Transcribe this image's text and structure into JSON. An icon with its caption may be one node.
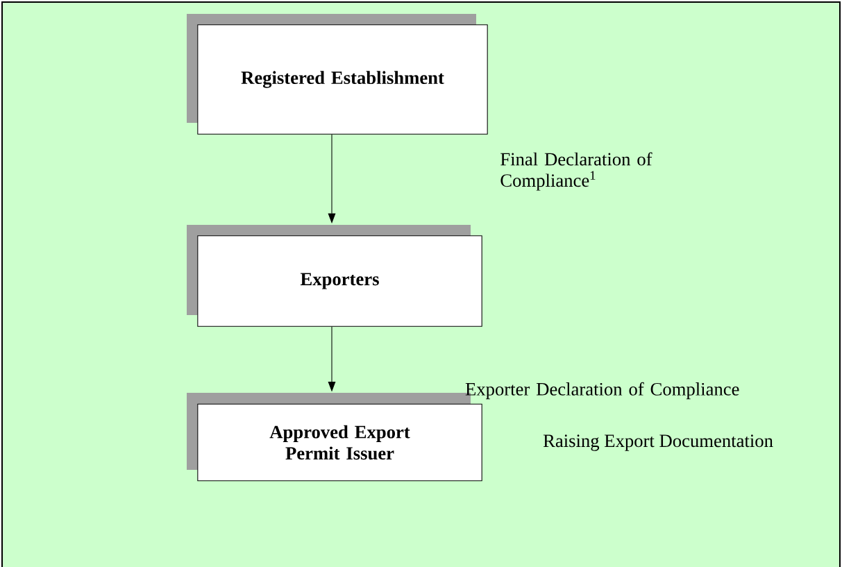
{
  "diagram": {
    "nodes": [
      {
        "text": [
          "Registered Establishment"
        ]
      },
      {
        "text": [
          "Exporters"
        ]
      },
      {
        "text": [
          "Approved Export Permit Issuer"
        ],
        "beside": [
          "Raising Export Documentation"
        ]
      }
    ],
    "edges": [
      {
        "from": 0,
        "to": 1,
        "arrow": "to"
      },
      {
        "from": 1,
        "to": 2,
        "arrow": "to"
      }
    ],
    "labels": [
      "Final Declaration of Compliance$^{1}$",
      "Exporter Declaration of Compliance"
    ]
  }
}
